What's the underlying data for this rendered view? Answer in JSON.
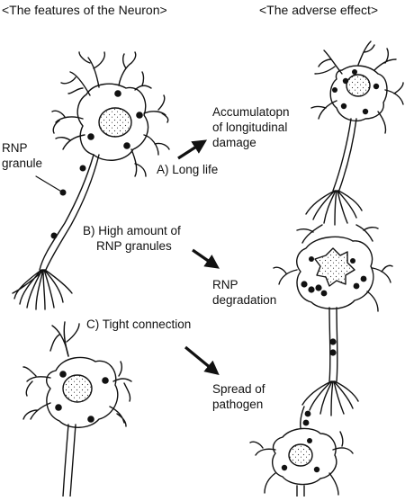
{
  "headers": {
    "left": "<The features of the Neuron>",
    "right": "<The adverse effect>"
  },
  "labels": {
    "rnp_granule": "RNP\ngranule",
    "long_life": "A) Long life",
    "high_amount": "B) High amount of\n    RNP granules",
    "tight_connection": "C) Tight connection"
  },
  "effects": {
    "accumulation": "Accumulatopn\nof longitudinal\ndamage",
    "rnp_degradation": "RNP\ndegradation",
    "spread": "Spread of\npathogen"
  },
  "colors": {
    "ink": "#111111",
    "background": "#ffffff"
  }
}
